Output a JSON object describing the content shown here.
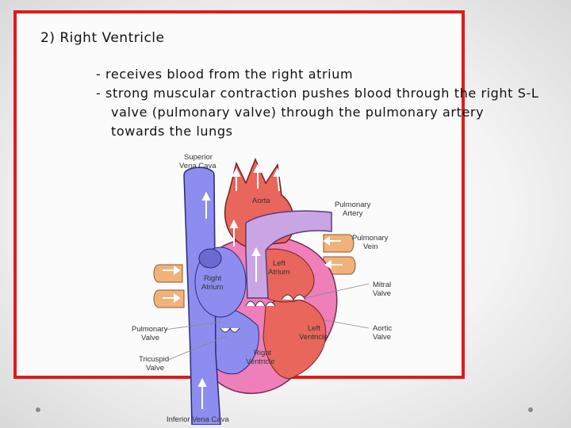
{
  "slide": {
    "title": "2) Right Ventricle",
    "bullets": [
      "- receives blood from the right atrium",
      "- strong muscular contraction pushes blood through the right S-L",
      "valve (pulmonary valve) through the pulmonary artery",
      "towards the lungs"
    ]
  },
  "diagram": {
    "labels": {
      "superior_vena_cava": [
        "Superior",
        "Vena Cava"
      ],
      "aorta": "Aorta",
      "pulmonary_artery": [
        "Pulmonary",
        "Artery"
      ],
      "pulmonary_vein": [
        "Pulmonary",
        "Vein"
      ],
      "left_atrium": [
        "Left",
        "Atrium"
      ],
      "right_atrium": [
        "Right",
        "Atrium"
      ],
      "mitral_valve": [
        "Mitral",
        "Valve"
      ],
      "pulmonary_valve": [
        "Pulmonary",
        "Valve"
      ],
      "left_ventricle": [
        "Left",
        "Ventricle"
      ],
      "aortic_valve": [
        "Aortic",
        "Valve"
      ],
      "tricuspid_valve": [
        "Tricuspid",
        "Valve"
      ],
      "right_ventricle": [
        "Right",
        "Ventricle"
      ],
      "inferior_vena_cava": "Inferior Vena Cava"
    },
    "colors": {
      "deoxygenated": "#7f7fe8",
      "oxygenated": "#e9665c",
      "pulmonary_artery": "#c9a6e3",
      "pulmonary_vein": "#f1b27a",
      "heart_wall": "#ee7fb8"
    }
  },
  "theme": {
    "frame_color": "#e01b1b"
  }
}
